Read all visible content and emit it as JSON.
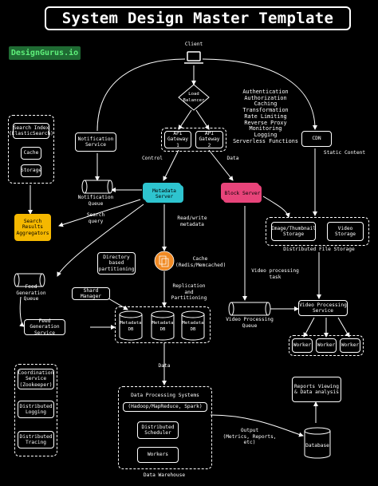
{
  "title": "System Design Master Template",
  "brand": "DesignGurus.io",
  "colors": {
    "metadata_server": "#2ec4cf",
    "block_server": "#e8447a",
    "search_results": "#f5b800",
    "cache": "#f08a24",
    "brand_bg": "#1f6b33",
    "brand_text": "#5ef07a"
  },
  "nodes": {
    "client": "Client",
    "load_balancer": "Load\nBalancer",
    "api_gateway_1": "API\nGateway 1",
    "api_gateway_2": "API\nGateway 2",
    "gateway_features": "Authentication\nAuthorization\nCaching\nTransformation\nRate Limiting\nReverse Proxy\nMonitoring\nLogging\nServerless Functions",
    "cdn": "CDN",
    "notification_service": "Notification\nService",
    "notification_queue": "Notification\nQueue",
    "metadata_server": "Metadata\nServer",
    "block_server": "Block Server",
    "search_index": "Search Index\n(ElasticSearch)",
    "search_cache": "Cache",
    "search_storage": "Storage",
    "search_results": "Search\nResults\nAggregators",
    "image_storage": "Image/Thumbnail\nStorage",
    "video_storage": "Video\nStorage",
    "distributed_file_storage": "Distributed File Storage",
    "directory_partitioning": "Directory\nbased\npartitioning",
    "cache": "Cache\n(Redis/Memcached)",
    "feed_generation_queue": "Feed Generation\nQueue",
    "shard_manager": "Shard Manager",
    "feed_generation_service": "Feed Generation\nService",
    "metadata_db_1": "Metadata\nDB",
    "metadata_db_2": "Metadata\nDB",
    "metadata_db_3": "Metadata\nDB",
    "video_processing_queue": "Video Processing\nQueue",
    "video_processing_service": "Video Processing\nService",
    "worker_1": "Worker",
    "worker_2": "Worker",
    "worker_3": "Worker",
    "coordination_service": "Coordination\nService\n(Zookeeper)",
    "distributed_logging": "Distributed\nLogging",
    "distributed_tracing": "Distributed\nTracing",
    "data_processing_systems": "Data Processing Systems",
    "hadoop": "(Hadoop/MapReduce, Spark)",
    "distributed_scheduler": "Distributed\nScheduler",
    "workers": "Workers",
    "data_warehouse": "Data Warehouse",
    "reports": "Reports Viewing\n& Data analysis",
    "database": "Database"
  },
  "edge_labels": {
    "control": "Control",
    "data_top": "Data",
    "static_content": "Static Content",
    "search_query": "Search query",
    "read_write_metadata": "Read/write metadata",
    "replication": "Replication and\nPartitioning",
    "video_processing_task": "Video processing task",
    "data_bottom": "Data",
    "output": "Output\n(Metrics, Reports, etc)"
  }
}
